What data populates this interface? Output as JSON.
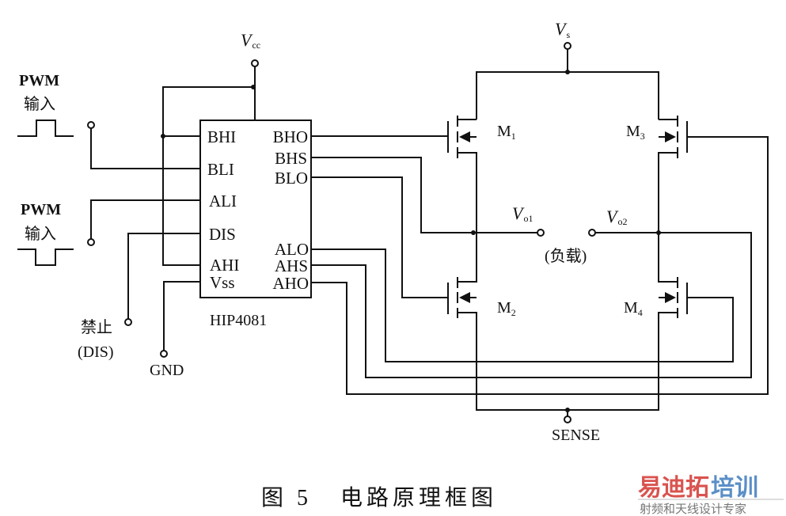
{
  "chip": {
    "name": "HIP4081",
    "left_pins": [
      "BHI",
      "BLI",
      "ALI",
      "DIS",
      "AHI",
      "Vss"
    ],
    "right_pins": [
      "BHO",
      "BHS",
      "BLO",
      "ALO",
      "AHS",
      "AHO"
    ]
  },
  "supply": {
    "vcc_v": "V",
    "vcc_sub": "cc",
    "vs_v": "V",
    "vs_sub": "s"
  },
  "inputs": {
    "pwm1": "PWM",
    "pwm1_cn": "输入",
    "pwm2": "PWM",
    "pwm2_cn": "输入",
    "disable_cn": "禁止",
    "disable": "(DIS)",
    "gnd": "GND"
  },
  "bridge": {
    "m1": "M",
    "m1_sub": "1",
    "m2": "M",
    "m2_sub": "2",
    "m3": "M",
    "m3_sub": "3",
    "m4": "M",
    "m4_sub": "4",
    "vo1_v": "V",
    "vo1_sub": "o1",
    "vo2_v": "V",
    "vo2_sub": "o2",
    "load": "(负载)",
    "sense": "SENSE"
  },
  "caption": "图 5   电路原理框图",
  "watermark": {
    "brand_red": "易迪拓",
    "brand_blue": "培训",
    "tagline": "射频和天线设计专家",
    "red": "#d9534f",
    "blue": "#5b8fc7"
  }
}
